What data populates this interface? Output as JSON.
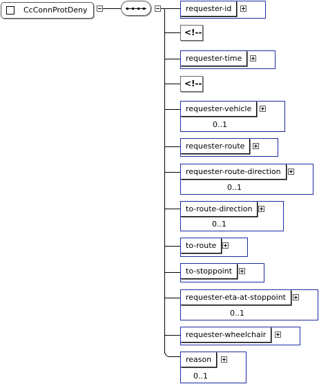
{
  "root": {
    "label": "CcConnProtDeny"
  },
  "comment_glyph": "<!--",
  "elements": [
    {
      "label": "requester-id",
      "card": ""
    },
    {
      "label": "requester-time",
      "card": ""
    },
    {
      "label": "requester-vehicle",
      "card": "0..1"
    },
    {
      "label": "requester-route",
      "card": ""
    },
    {
      "label": "requester-route-direction",
      "card": "0..1"
    },
    {
      "label": "to-route-direction",
      "card": "0..1"
    },
    {
      "label": "to-route",
      "card": ""
    },
    {
      "label": "to-stoppoint",
      "card": ""
    },
    {
      "label": "requester-eta-at-stoppoint",
      "card": "0..1"
    },
    {
      "label": "requester-wheelchair",
      "card": ""
    },
    {
      "label": "reason",
      "card": "0..1"
    }
  ]
}
